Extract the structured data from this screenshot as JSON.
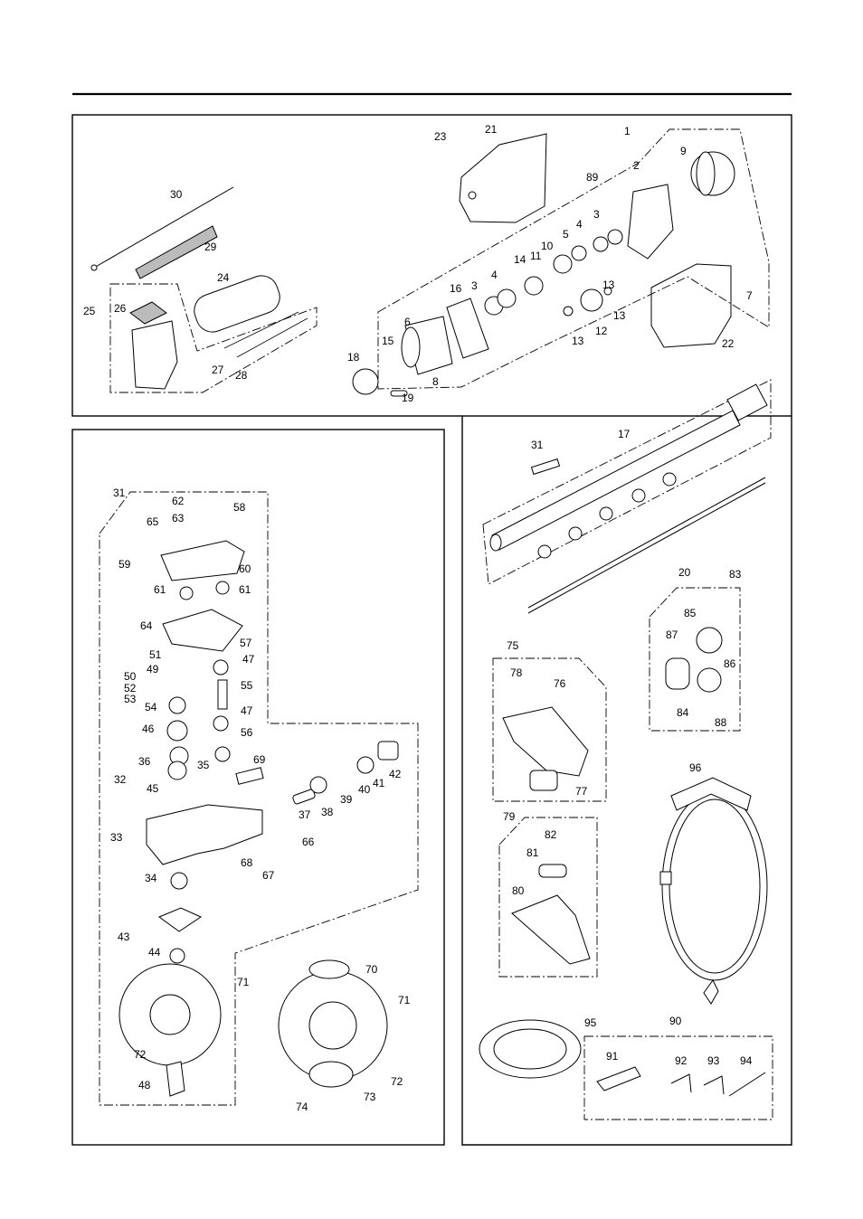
{
  "callouts": [
    {
      "id": "c1",
      "text": "1"
    },
    {
      "id": "c2",
      "text": "2"
    },
    {
      "id": "c3a",
      "text": "3"
    },
    {
      "id": "c3b",
      "text": "3"
    },
    {
      "id": "c4a",
      "text": "4"
    },
    {
      "id": "c4b",
      "text": "4"
    },
    {
      "id": "c5",
      "text": "5"
    },
    {
      "id": "c6",
      "text": "6"
    },
    {
      "id": "c7",
      "text": "7"
    },
    {
      "id": "c8",
      "text": "8"
    },
    {
      "id": "c9",
      "text": "9"
    },
    {
      "id": "c10",
      "text": "10"
    },
    {
      "id": "c11",
      "text": "11"
    },
    {
      "id": "c12",
      "text": "12"
    },
    {
      "id": "c13a",
      "text": "13"
    },
    {
      "id": "c13b",
      "text": "13"
    },
    {
      "id": "c13c",
      "text": "13"
    },
    {
      "id": "c14",
      "text": "14"
    },
    {
      "id": "c15",
      "text": "15"
    },
    {
      "id": "c16",
      "text": "16"
    },
    {
      "id": "c17",
      "text": "17"
    },
    {
      "id": "c18",
      "text": "18"
    },
    {
      "id": "c19",
      "text": "19"
    },
    {
      "id": "c20",
      "text": "20"
    },
    {
      "id": "c21",
      "text": "21"
    },
    {
      "id": "c22",
      "text": "22"
    },
    {
      "id": "c23",
      "text": "23"
    },
    {
      "id": "c24",
      "text": "24"
    },
    {
      "id": "c25",
      "text": "25"
    },
    {
      "id": "c26",
      "text": "26"
    },
    {
      "id": "c27",
      "text": "27"
    },
    {
      "id": "c28",
      "text": "28"
    },
    {
      "id": "c29",
      "text": "29"
    },
    {
      "id": "c30",
      "text": "30"
    },
    {
      "id": "c31a",
      "text": "31"
    },
    {
      "id": "c31b",
      "text": "31"
    },
    {
      "id": "c32",
      "text": "32"
    },
    {
      "id": "c33",
      "text": "33"
    },
    {
      "id": "c34",
      "text": "34"
    },
    {
      "id": "c35",
      "text": "35"
    },
    {
      "id": "c36",
      "text": "36"
    },
    {
      "id": "c37",
      "text": "37"
    },
    {
      "id": "c38",
      "text": "38"
    },
    {
      "id": "c39",
      "text": "39"
    },
    {
      "id": "c40",
      "text": "40"
    },
    {
      "id": "c41",
      "text": "41"
    },
    {
      "id": "c42",
      "text": "42"
    },
    {
      "id": "c43",
      "text": "43"
    },
    {
      "id": "c44",
      "text": "44"
    },
    {
      "id": "c45",
      "text": "45"
    },
    {
      "id": "c46",
      "text": "46"
    },
    {
      "id": "c47a",
      "text": "47"
    },
    {
      "id": "c47b",
      "text": "47"
    },
    {
      "id": "c48",
      "text": "48"
    },
    {
      "id": "c49",
      "text": "49"
    },
    {
      "id": "c50",
      "text": "50"
    },
    {
      "id": "c51",
      "text": "51"
    },
    {
      "id": "c52",
      "text": "52"
    },
    {
      "id": "c53",
      "text": "53"
    },
    {
      "id": "c54",
      "text": "54"
    },
    {
      "id": "c55",
      "text": "55"
    },
    {
      "id": "c56",
      "text": "56"
    },
    {
      "id": "c57",
      "text": "57"
    },
    {
      "id": "c58",
      "text": "58"
    },
    {
      "id": "c59",
      "text": "59"
    },
    {
      "id": "c60",
      "text": "60"
    },
    {
      "id": "c61a",
      "text": "61"
    },
    {
      "id": "c61b",
      "text": "61"
    },
    {
      "id": "c62",
      "text": "62"
    },
    {
      "id": "c63",
      "text": "63"
    },
    {
      "id": "c64",
      "text": "64"
    },
    {
      "id": "c65",
      "text": "65"
    },
    {
      "id": "c66",
      "text": "66"
    },
    {
      "id": "c67",
      "text": "67"
    },
    {
      "id": "c68",
      "text": "68"
    },
    {
      "id": "c69",
      "text": "69"
    },
    {
      "id": "c70",
      "text": "70"
    },
    {
      "id": "c71a",
      "text": "71"
    },
    {
      "id": "c71b",
      "text": "71"
    },
    {
      "id": "c72a",
      "text": "72"
    },
    {
      "id": "c72b",
      "text": "72"
    },
    {
      "id": "c73",
      "text": "73"
    },
    {
      "id": "c74",
      "text": "74"
    },
    {
      "id": "c75",
      "text": "75"
    },
    {
      "id": "c76",
      "text": "76"
    },
    {
      "id": "c77",
      "text": "77"
    },
    {
      "id": "c78",
      "text": "78"
    },
    {
      "id": "c79",
      "text": "79"
    },
    {
      "id": "c80",
      "text": "80"
    },
    {
      "id": "c81",
      "text": "81"
    },
    {
      "id": "c82",
      "text": "82"
    },
    {
      "id": "c83",
      "text": "83"
    },
    {
      "id": "c84",
      "text": "84"
    },
    {
      "id": "c85",
      "text": "85"
    },
    {
      "id": "c86",
      "text": "86"
    },
    {
      "id": "c87",
      "text": "87"
    },
    {
      "id": "c88",
      "text": "88"
    },
    {
      "id": "c89",
      "text": "89"
    },
    {
      "id": "c90",
      "text": "90"
    },
    {
      "id": "c91",
      "text": "91"
    },
    {
      "id": "c92",
      "text": "92"
    },
    {
      "id": "c93",
      "text": "93"
    },
    {
      "id": "c94",
      "text": "94"
    },
    {
      "id": "c95",
      "text": "95"
    },
    {
      "id": "c96",
      "text": "96"
    }
  ]
}
